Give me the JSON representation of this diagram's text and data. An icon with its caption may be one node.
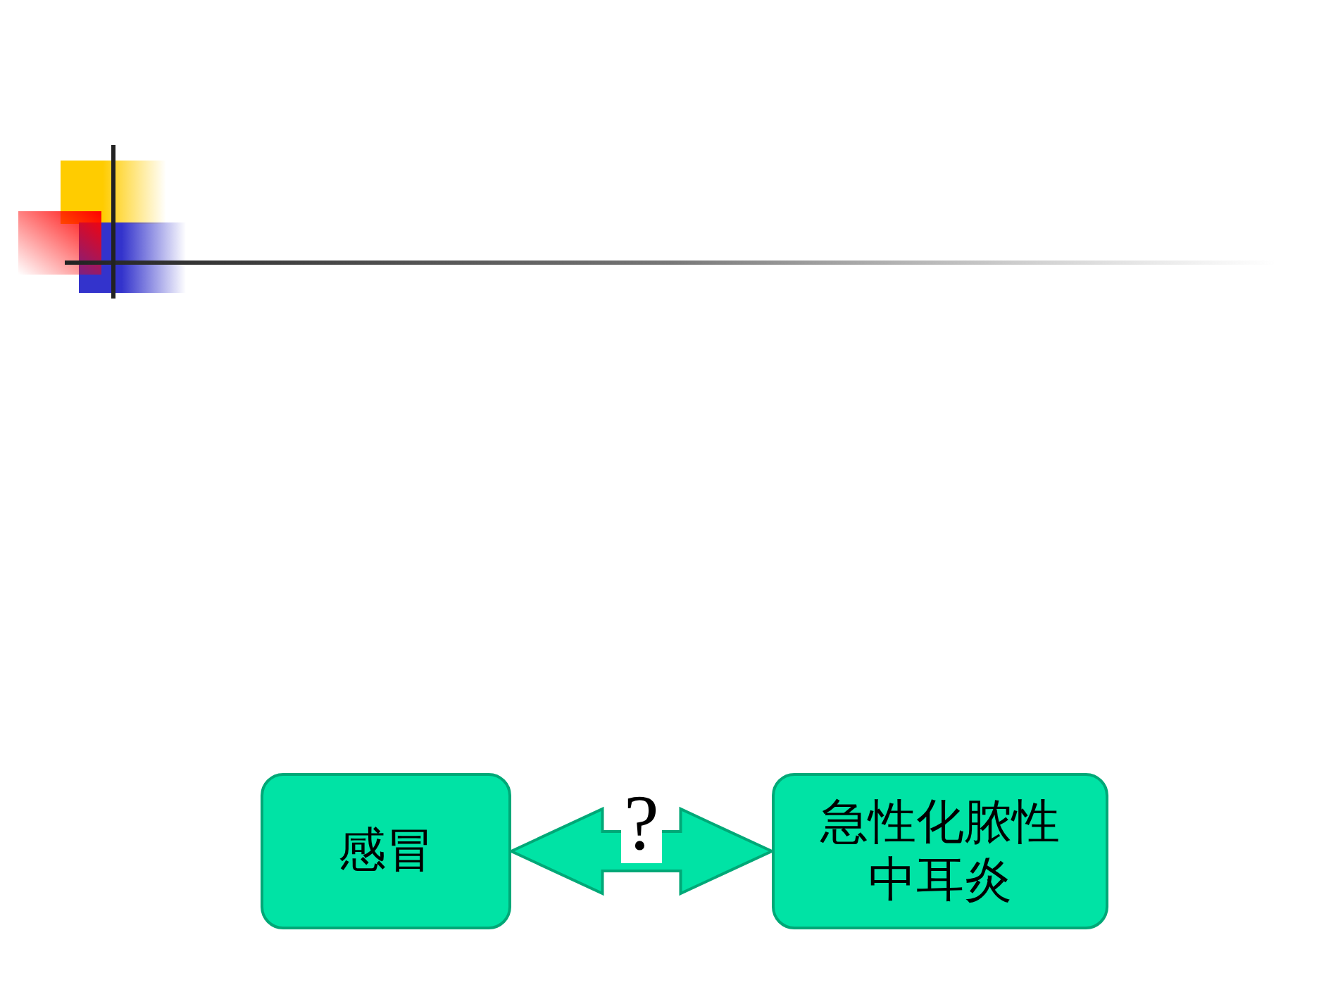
{
  "diagram": {
    "nodes": [
      {
        "text": [
          "感冒"
        ]
      },
      {
        "text": [
          "急性化脓性中耳炎"
        ]
      }
    ],
    "edges": [
      {
        "from": 0,
        "to": 1,
        "arrow": "both",
        "label": "?"
      }
    ]
  }
}
